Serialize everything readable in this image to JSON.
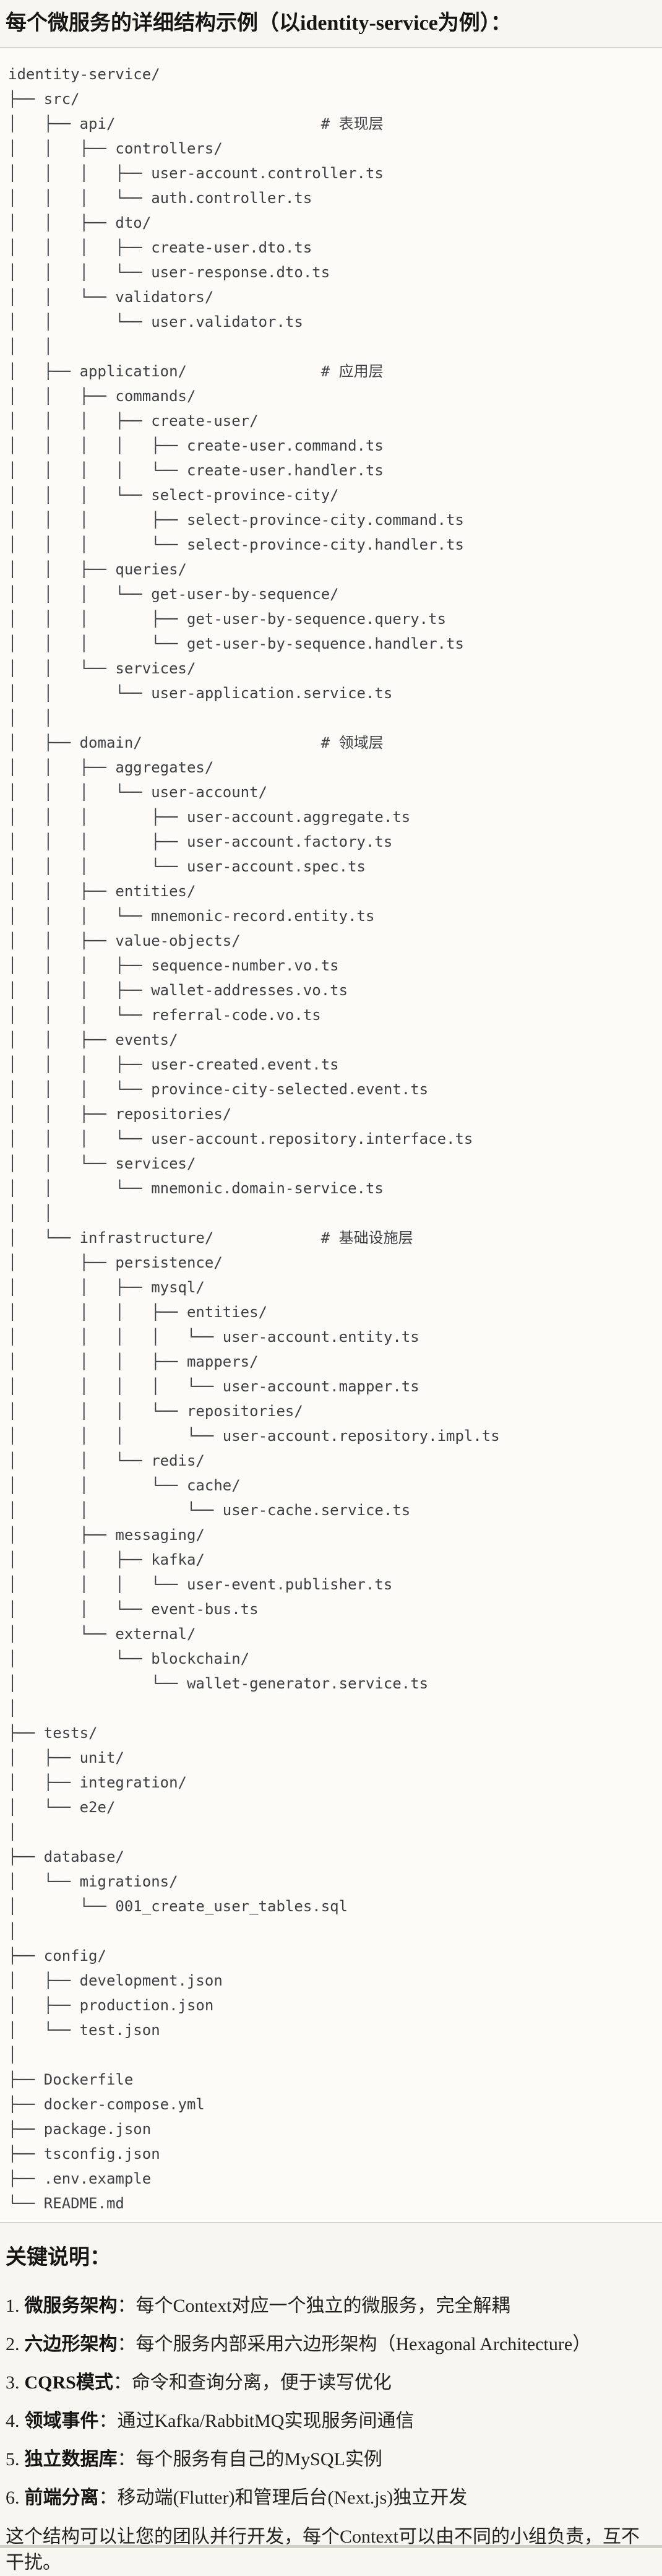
{
  "page": {
    "title": "每个微服务的详细结构示例（以identity-service为例）："
  },
  "colors": {
    "page_background": "#f8f6f1",
    "code_background": "#fcfbf8",
    "divider": "#d8d5ce",
    "tree_text": "#3d3f43",
    "heading_text": "#161514"
  },
  "tree": {
    "lines": [
      "identity-service/",
      "├── src/",
      "│   ├── api/                       # 表现层",
      "│   │   ├── controllers/",
      "│   │   │   ├── user-account.controller.ts",
      "│   │   │   └── auth.controller.ts",
      "│   │   ├── dto/",
      "│   │   │   ├── create-user.dto.ts",
      "│   │   │   └── user-response.dto.ts",
      "│   │   └── validators/",
      "│   │       └── user.validator.ts",
      "│   │",
      "│   ├── application/               # 应用层",
      "│   │   ├── commands/",
      "│   │   │   ├── create-user/",
      "│   │   │   │   ├── create-user.command.ts",
      "│   │   │   │   └── create-user.handler.ts",
      "│   │   │   └── select-province-city/",
      "│   │   │       ├── select-province-city.command.ts",
      "│   │   │       └── select-province-city.handler.ts",
      "│   │   ├── queries/",
      "│   │   │   └── get-user-by-sequence/",
      "│   │   │       ├── get-user-by-sequence.query.ts",
      "│   │   │       └── get-user-by-sequence.handler.ts",
      "│   │   └── services/",
      "│   │       └── user-application.service.ts",
      "│   │",
      "│   ├── domain/                    # 领域层",
      "│   │   ├── aggregates/",
      "│   │   │   └── user-account/",
      "│   │   │       ├── user-account.aggregate.ts",
      "│   │   │       ├── user-account.factory.ts",
      "│   │   │       └── user-account.spec.ts",
      "│   │   ├── entities/",
      "│   │   │   └── mnemonic-record.entity.ts",
      "│   │   ├── value-objects/",
      "│   │   │   ├── sequence-number.vo.ts",
      "│   │   │   ├── wallet-addresses.vo.ts",
      "│   │   │   └── referral-code.vo.ts",
      "│   │   ├── events/",
      "│   │   │   ├── user-created.event.ts",
      "│   │   │   └── province-city-selected.event.ts",
      "│   │   ├── repositories/",
      "│   │   │   └── user-account.repository.interface.ts",
      "│   │   └── services/",
      "│   │       └── mnemonic.domain-service.ts",
      "│   │",
      "│   └── infrastructure/            # 基础设施层",
      "│       ├── persistence/",
      "│       │   ├── mysql/",
      "│       │   │   ├── entities/",
      "│       │   │   │   └── user-account.entity.ts",
      "│       │   │   ├── mappers/",
      "│       │   │   │   └── user-account.mapper.ts",
      "│       │   │   └── repositories/",
      "│       │   │       └── user-account.repository.impl.ts",
      "│       │   └── redis/",
      "│       │       └── cache/",
      "│       │           └── user-cache.service.ts",
      "│       ├── messaging/",
      "│       │   ├── kafka/",
      "│       │   │   └── user-event.publisher.ts",
      "│       │   └── event-bus.ts",
      "│       └── external/",
      "│           └── blockchain/",
      "│               └── wallet-generator.service.ts",
      "│",
      "├── tests/",
      "│   ├── unit/",
      "│   ├── integration/",
      "│   └── e2e/",
      "│",
      "├── database/",
      "│   └── migrations/",
      "│       └── 001_create_user_tables.sql",
      "│",
      "├── config/",
      "│   ├── development.json",
      "│   ├── production.json",
      "│   └── test.json",
      "│",
      "├── Dockerfile",
      "├── docker-compose.yml",
      "├── package.json",
      "├── tsconfig.json",
      "├── .env.example",
      "└── README.md"
    ]
  },
  "notes": {
    "heading": "关键说明：",
    "items": [
      {
        "num": "1.",
        "label": "微服务架构",
        "text": "：每个Context对应一个独立的微服务，完全解耦"
      },
      {
        "num": "2.",
        "label": "六边形架构",
        "text": "：每个服务内部采用六边形架构（Hexagonal Architecture）"
      },
      {
        "num": "3.",
        "label": "CQRS模式",
        "text": "：命令和查询分离，便于读写优化"
      },
      {
        "num": "4.",
        "label": "领域事件",
        "text": "：通过Kafka/RabbitMQ实现服务间通信"
      },
      {
        "num": "5.",
        "label": "独立数据库",
        "text": "：每个服务有自己的MySQL实例"
      },
      {
        "num": "6.",
        "label": "前端分离",
        "text": "：移动端(Flutter)和管理后台(Next.js)独立开发"
      }
    ],
    "footer": "这个结构可以让您的团队并行开发，每个Context可以由不同的小组负责，互不干扰。"
  }
}
